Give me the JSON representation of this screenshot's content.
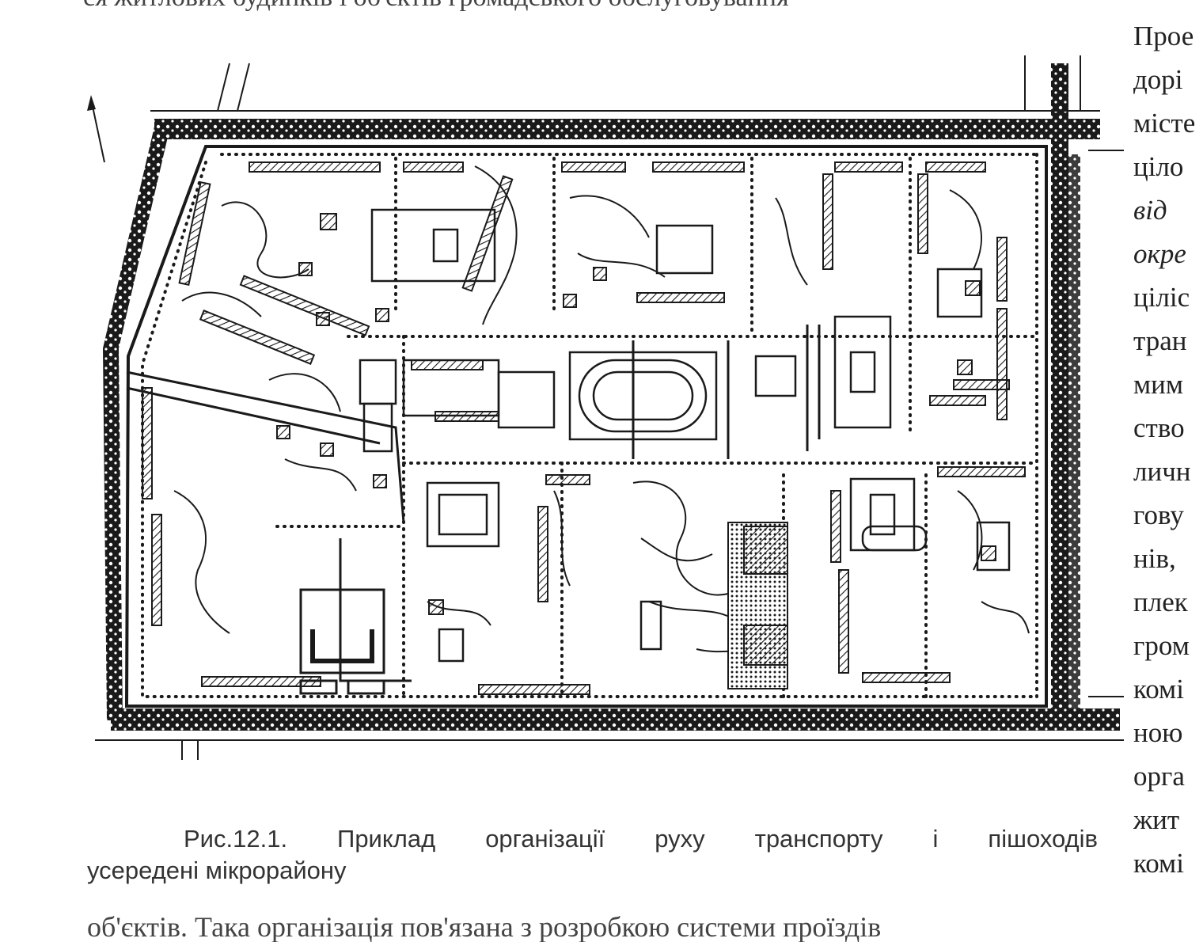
{
  "page": {
    "top_cut_text": "ся житлових будинків і об'єктів громадського обслуговування",
    "bottom_cut_text": "об'єктів. Така організація пов'язана з розробкою системи проїздів",
    "side_text": [
      {
        "text": "Прое",
        "italic": false
      },
      {
        "text": "дорі",
        "italic": false
      },
      {
        "text": "місте",
        "italic": false
      },
      {
        "text": "ціло",
        "italic": false
      },
      {
        "text": "від",
        "italic": true
      },
      {
        "text": "окре",
        "italic": true
      },
      {
        "text": "ціліс",
        "italic": false
      },
      {
        "text": "тран",
        "italic": false
      },
      {
        "text": "мим",
        "italic": false
      },
      {
        "text": "ство",
        "italic": false
      },
      {
        "text": "личн",
        "italic": false
      },
      {
        "text": "гову",
        "italic": false
      },
      {
        "text": "нів,",
        "italic": false
      },
      {
        "text": "плек",
        "italic": false
      },
      {
        "text": "гром",
        "italic": false
      },
      {
        "text": "комі",
        "italic": false
      },
      {
        "text": "ною",
        "italic": false
      },
      {
        "text": "орга",
        "italic": false
      },
      {
        "text": "жит",
        "italic": false
      },
      {
        "text": "комі",
        "italic": false
      }
    ],
    "caption_line1": "Рис.12.1. Приклад організації руху транспорту і пішоходів",
    "caption_line2": "усередені мікрорайону"
  },
  "colors": {
    "ink": "#1a1a1a",
    "paper": "#ffffff",
    "dots": "#222222"
  }
}
